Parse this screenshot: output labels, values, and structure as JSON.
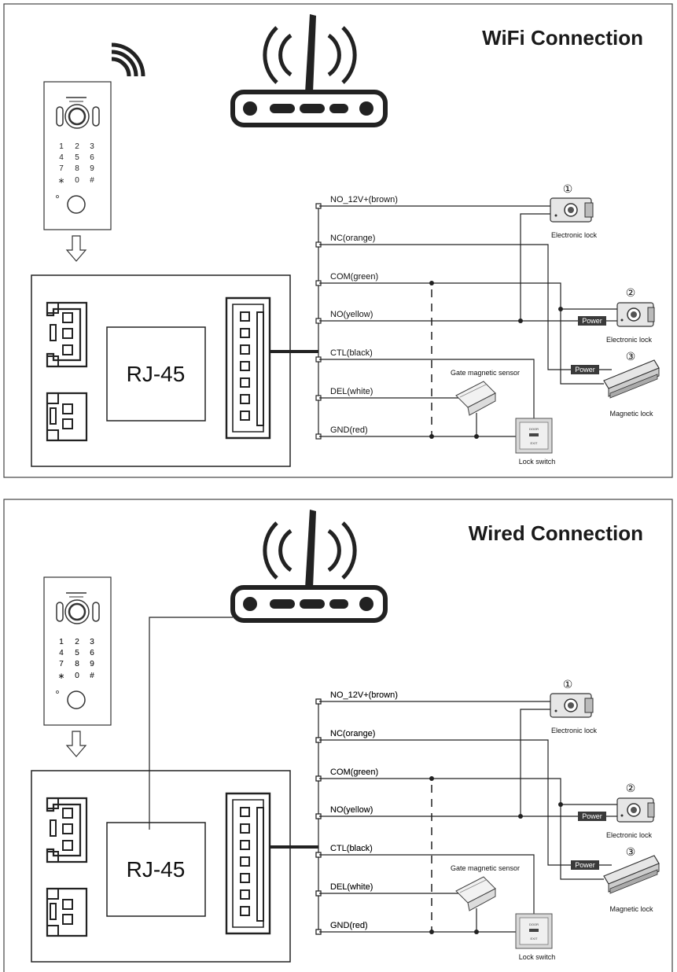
{
  "panels": [
    {
      "title": "WiFi Connection",
      "module_label": "RJ-45",
      "wires": [
        "NO_12V+(brown)",
        "NC(orange)",
        "COM(green)",
        "NO(yellow)",
        "CTL(black)",
        "DEL(white)",
        "GND(red)"
      ],
      "keypad": [
        "1",
        "2",
        "3",
        "4",
        "5",
        "6",
        "7",
        "8",
        "9",
        "*",
        "0",
        "#"
      ],
      "devices": {
        "lock1_number": "①",
        "lock1_label": "Electronic lock",
        "lock2_number": "②",
        "lock2_label": "Electronic lock",
        "maglock_number": "③",
        "maglock_label": "Magnetic lock",
        "sensor_label": "Gate magnetic sensor",
        "switch_label": "Lock switch",
        "power_label_1": "Power",
        "power_label_2": "Power"
      }
    },
    {
      "title": "Wired Connection",
      "module_label": "RJ-45",
      "wires": [
        "NO_12V+(brown)",
        "NC(orange)",
        "COM(green)",
        "NO(yellow)",
        "CTL(black)",
        "DEL(white)",
        "GND(red)"
      ],
      "keypad": [
        "1",
        "2",
        "3",
        "4",
        "5",
        "6",
        "7",
        "8",
        "9",
        "*",
        "0",
        "#"
      ],
      "devices": {
        "lock1_number": "①",
        "lock1_label": "Electronic lock",
        "lock2_number": "②",
        "lock2_label": "Electronic lock",
        "maglock_number": "③",
        "maglock_label": "Magnetic lock",
        "sensor_label": "Gate magnetic sensor",
        "switch_label": "Lock switch",
        "power_label_1": "Power",
        "power_label_2": "Power"
      }
    }
  ],
  "colors": {
    "line": "#222222",
    "panel_border": "#444444",
    "power_box": "#3a3a3a",
    "device_fill": "#e6e6e6"
  }
}
